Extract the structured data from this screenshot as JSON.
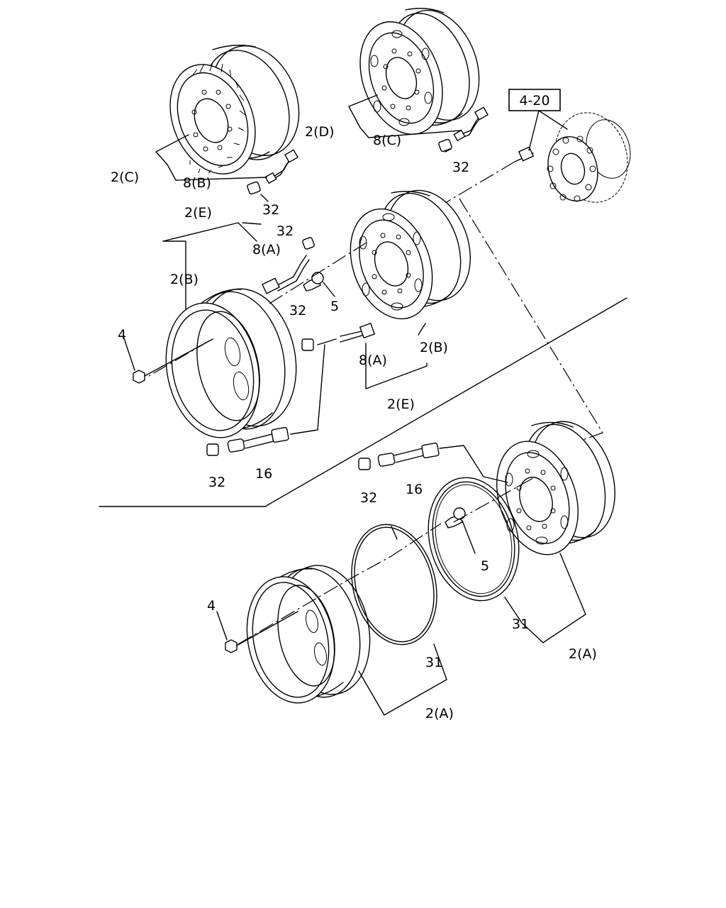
{
  "labels": {
    "ref_box": "4-20",
    "wheel_c": "2(C)",
    "valve_b": "8(B)",
    "cap_c": "32",
    "wheel_d": "2(D)",
    "valve_c": "8(C)",
    "cap_d": "32",
    "wheel_e_top": "2(E)",
    "cap_e_top": "32",
    "valve_a_top": "8(A)",
    "wheel_b_left": "2(B)",
    "stud_b": "5",
    "cap_b_mid": "32",
    "nut_b": "4",
    "valve_a_mid": "8(A)",
    "wheel_b_right": "2(B)",
    "wheel_e_bottom": "2(E)",
    "cap_ext_left": "32",
    "ext_left": "16",
    "cap_ext_right": "32",
    "ext_right": "16",
    "stud_a": "5",
    "ring_right": "31",
    "wheel_a_right": "2(A)",
    "nut_a": "4",
    "ring_left": "31",
    "wheel_a_left": "2(A)"
  }
}
